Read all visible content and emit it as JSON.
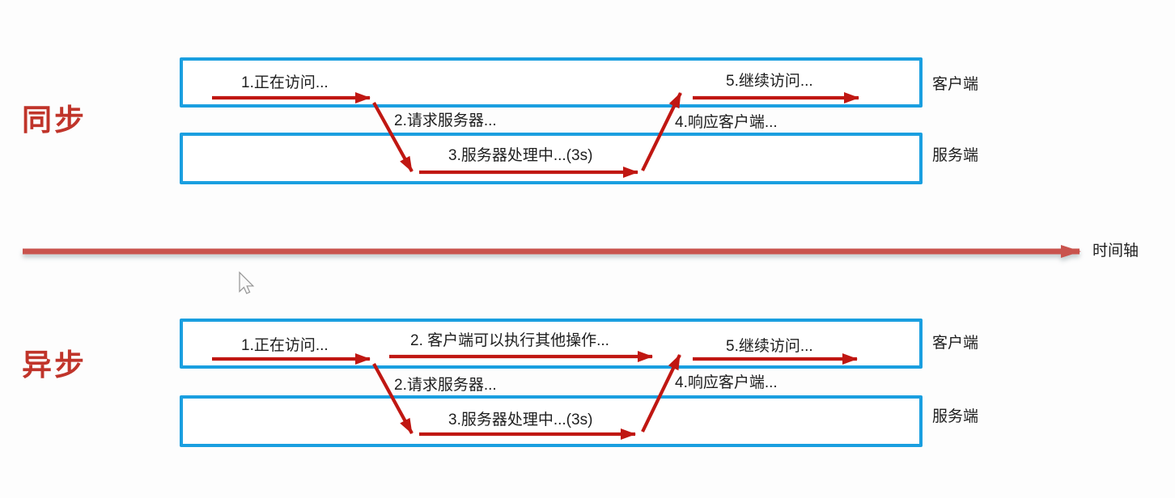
{
  "palette": {
    "background": "#fdfdfd",
    "box_border_blue": "#1a9fe0",
    "arrow_red": "#c01712",
    "section_label_red": "#c0342a",
    "timeline_red": "#c9534d",
    "text_color": "#1e1e1e"
  },
  "sync_section": {
    "section_label": "同步",
    "client_box_label": "客户端",
    "server_box_label": "服务端",
    "steps": {
      "step1": "1.正在访问...",
      "step2": "2.请求服务器...",
      "step3": "3.服务器处理中...(3s)",
      "step4": "4.响应客户端...",
      "step5": "5.继续访问..."
    }
  },
  "async_section": {
    "section_label": "异步",
    "client_box_label": "客户端",
    "server_box_label": "服务端",
    "steps": {
      "step1": "1.正在访问...",
      "step2_parallel": "2. 客户端可以执行其他操作...",
      "step2": "2.请求服务器...",
      "step3": "3.服务器处理中...(3s)",
      "step4": "4.响应客户端...",
      "step5": "5.继续访问..."
    }
  },
  "timeline": {
    "axis_label": "时间轴"
  }
}
